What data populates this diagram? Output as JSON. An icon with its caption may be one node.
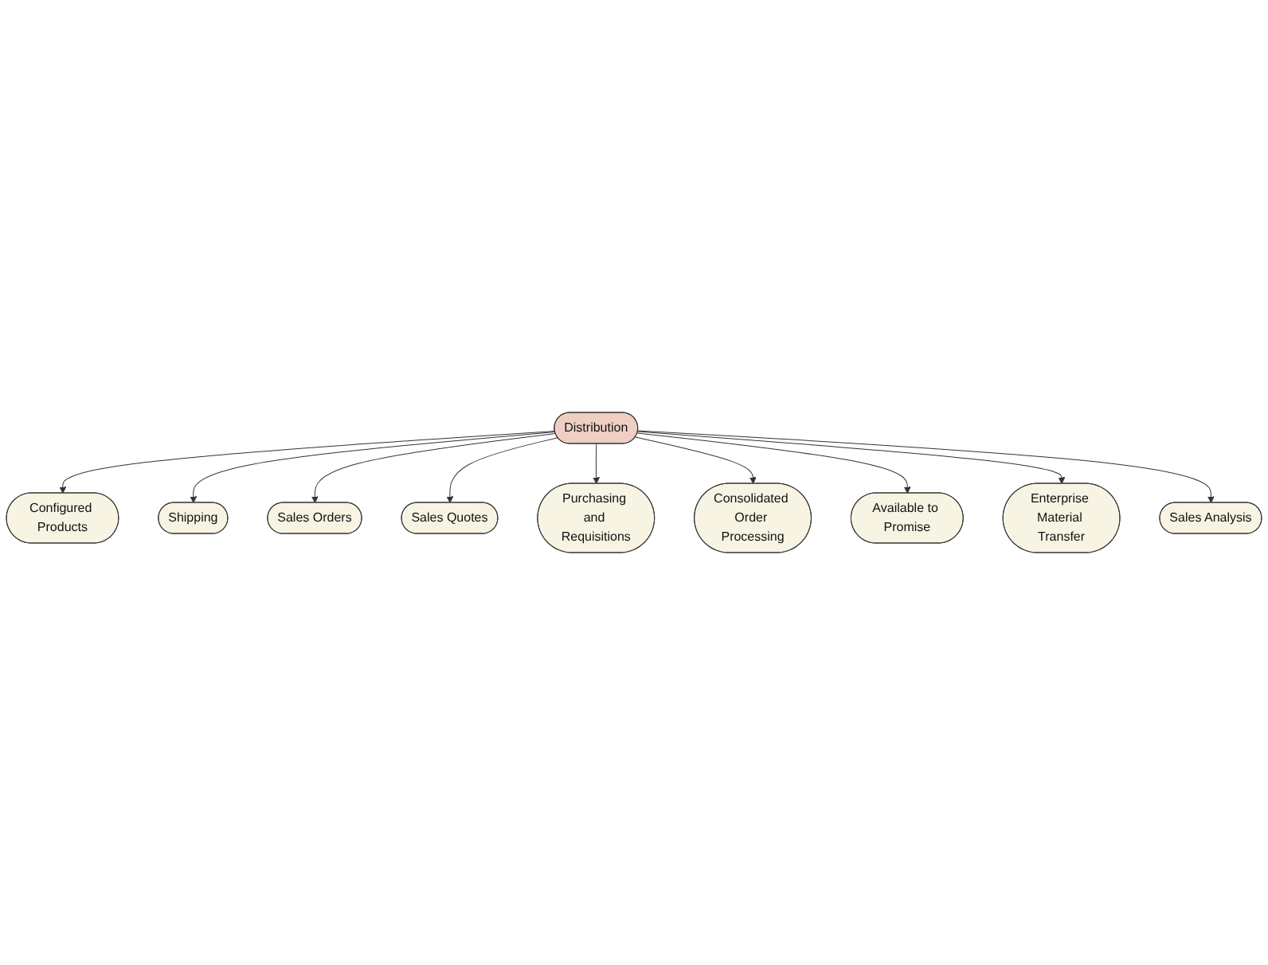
{
  "diagram": {
    "nodes": [
      {
        "text": [
          "Configured Products"
        ]
      },
      {
        "text": [
          "Shipping"
        ]
      },
      {
        "text": [
          "Sales Analysis"
        ]
      },
      {
        "text": [
          "Sales Orders"
        ]
      },
      {
        "text": [
          "Enterprise Material Transfer"
        ]
      },
      {
        "text": [
          "Distribution"
        ]
      },
      {
        "text": [
          "Sales Quotes"
        ]
      },
      {
        "text": [
          "Available to Promise"
        ]
      },
      {
        "text": [
          "Purchasing and Requisitions"
        ]
      },
      {
        "text": [
          "Consolidated Order Processing"
        ]
      }
    ],
    "edges": [
      {
        "from": 5,
        "to": 0,
        "arrow": "to"
      },
      {
        "from": 5,
        "to": 1,
        "arrow": "to"
      },
      {
        "from": 5,
        "to": 3,
        "arrow": "to"
      },
      {
        "from": 5,
        "to": 6,
        "arrow": "to"
      },
      {
        "from": 5,
        "to": 8,
        "arrow": "to"
      },
      {
        "from": 5,
        "to": 9,
        "arrow": "to"
      },
      {
        "from": 5,
        "to": 7,
        "arrow": "to"
      },
      {
        "from": 5,
        "to": 4,
        "arrow": "to"
      },
      {
        "from": 5,
        "to": 2,
        "arrow": "to"
      }
    ]
  }
}
